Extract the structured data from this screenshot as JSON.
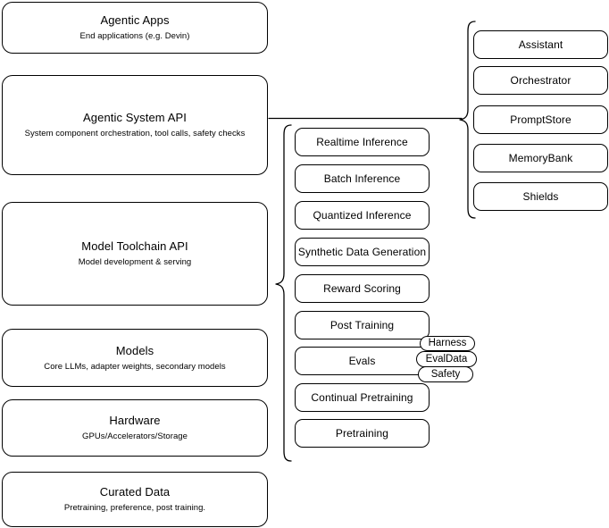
{
  "diagram": {
    "title_text": "",
    "stroke_color": "#000000",
    "background_color": "#ffffff"
  },
  "stack": {
    "layers": [
      {
        "title": "Agentic Apps",
        "subtitle": "End applications (e.g. Devin)"
      },
      {
        "title": "Agentic System API",
        "subtitle": "System component orchestration, tool calls, safety checks"
      },
      {
        "title": "Model Toolchain API",
        "subtitle": "Model development & serving"
      },
      {
        "title": "Models",
        "subtitle": "Core LLMs, adapter weights, secondary models"
      },
      {
        "title": "Hardware",
        "subtitle": "GPUs/Accelerators/Storage"
      },
      {
        "title": "Curated Data",
        "subtitle": "Pretraining, preference, post training."
      }
    ]
  },
  "toolchain_capabilities": {
    "items": [
      {
        "label": "Realtime Inference"
      },
      {
        "label": "Batch Inference"
      },
      {
        "label": "Quantized Inference"
      },
      {
        "label": "Synthetic Data Generation"
      },
      {
        "label": "Reward Scoring"
      },
      {
        "label": "Post Training"
      },
      {
        "label": "Evals"
      },
      {
        "label": "Continual Pretraining"
      },
      {
        "label": "Pretraining"
      }
    ]
  },
  "evals_tags": {
    "items": [
      {
        "label": "Harness"
      },
      {
        "label": "EvalData"
      },
      {
        "label": "Safety"
      }
    ]
  },
  "agentic_components": {
    "items": [
      {
        "label": "Assistant"
      },
      {
        "label": "Orchestrator"
      },
      {
        "label": "PromptStore"
      },
      {
        "label": "MemoryBank"
      },
      {
        "label": "Shields"
      }
    ]
  }
}
